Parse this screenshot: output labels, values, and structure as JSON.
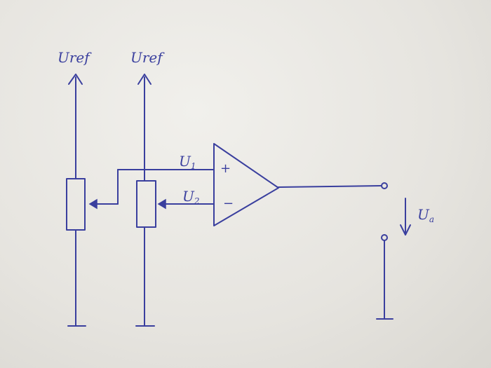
{
  "labels": {
    "uref_left": "Uref",
    "uref_right": "Uref",
    "u1_main": "U",
    "u1_sub": "1",
    "u2_main": "U",
    "u2_sub": "2",
    "ua_main": "U",
    "ua_sub": "a",
    "plus": "+",
    "minus": "−"
  },
  "colors": {
    "ink": "#3a3f9e",
    "paper": "#eceae5"
  }
}
